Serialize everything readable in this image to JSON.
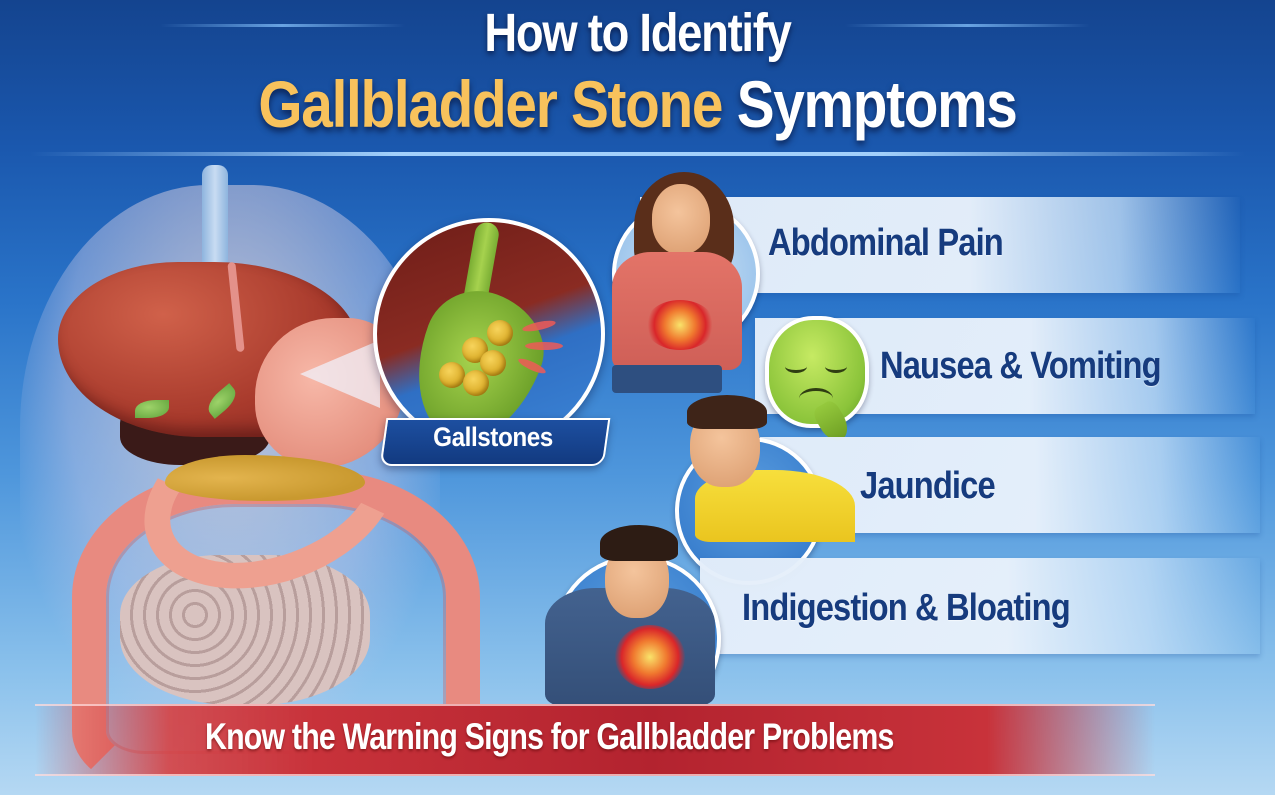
{
  "header": {
    "title_line1": "How to Identify",
    "title_line2_accent": "Gallbladder Stone",
    "title_line2_plain": "Symptoms"
  },
  "illustration": {
    "anatomy": "human-digestive-system-icon",
    "inset_label": "Gallstones",
    "inset_icon": "gallbladder-with-stones-icon"
  },
  "symptoms": [
    {
      "label": "Abdominal Pain",
      "icon": "woman-holding-abdomen-icon"
    },
    {
      "label": "Nausea & Vomiting",
      "icon": "nauseated-face-icon"
    },
    {
      "label": "Jaundice",
      "icon": "man-yellow-shirt-icon"
    },
    {
      "label": "Indigestion & Bloating",
      "icon": "man-holding-chest-icon"
    }
  ],
  "footer": {
    "banner_text": "Know the Warning Signs for Gallbladder Problems"
  },
  "colors": {
    "background_top": "#14448f",
    "background_bottom": "#b5d8f3",
    "title_accent": "#f8c25c",
    "title_plain": "#ffffff",
    "symptom_text": "#163b7e",
    "symptom_bar": "#e6eff9",
    "label_badge": "#1d4fa0",
    "banner_red": "#c8323a"
  }
}
